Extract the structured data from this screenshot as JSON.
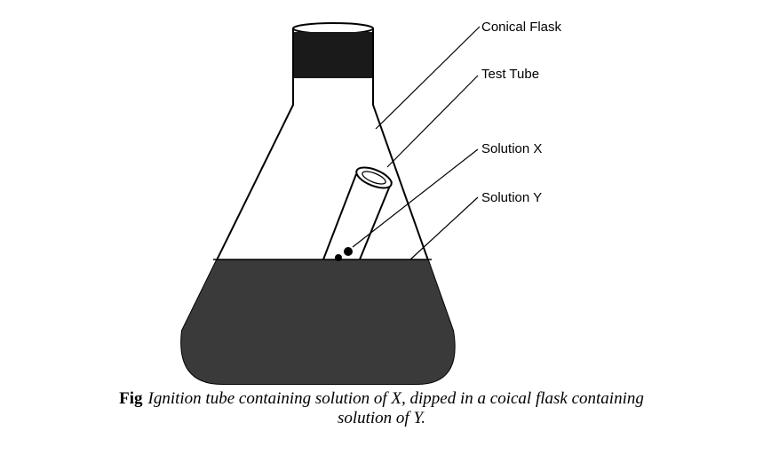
{
  "labels": {
    "conical_flask": "Conical Flask",
    "test_tube": "Test Tube",
    "solution_x": "Solution X",
    "solution_y": "Solution Y"
  },
  "caption": {
    "fig": "Fig",
    "line1": "Ignition tube containing solution of X, dipped in a coical flask containing",
    "line2": "solution of Y."
  },
  "colors": {
    "liquid": "#3a3a3a",
    "stopper": "#1a1a1a",
    "outline": "#000000"
  }
}
